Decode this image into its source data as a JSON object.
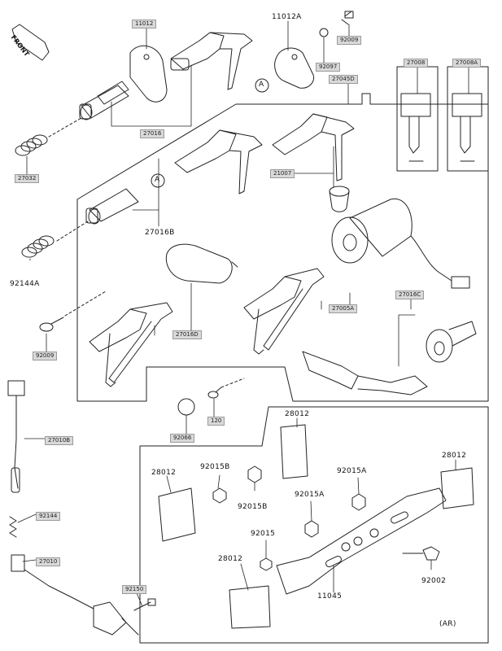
{
  "front_badge": "FRONT",
  "region_note": "(AR)",
  "part_labels": {
    "p11012": "11012",
    "p11012a": "11012A",
    "p92009": "92009",
    "p92097": "92097",
    "p27008": "27008",
    "p27008a": "27008A",
    "p27016": "27016",
    "p27045d": "27045D",
    "p27032": "27032",
    "p21007": "21007",
    "p27016b": "27016B",
    "p92144a": "92144A",
    "p27016d": "27016D",
    "p27005a": "27005A",
    "p27016c": "27016C",
    "p92009b": "92009",
    "p120": "120",
    "p92066": "92066",
    "p27010b": "27010B",
    "p92144": "92144",
    "p27010": "27010",
    "p92150": "92150",
    "p28012_a": "28012",
    "p28012_b": "28012",
    "p28012_c": "28012",
    "p28012_d": "28012",
    "p92015b_top": "92015B",
    "p92015b_bot": "92015B",
    "p92015a_top": "92015A",
    "p92015a_mid": "92015A",
    "p92015": "92015",
    "p92002": "92002",
    "p11045": "11045"
  },
  "callouts": {
    "a1": "A",
    "a2": "A"
  }
}
